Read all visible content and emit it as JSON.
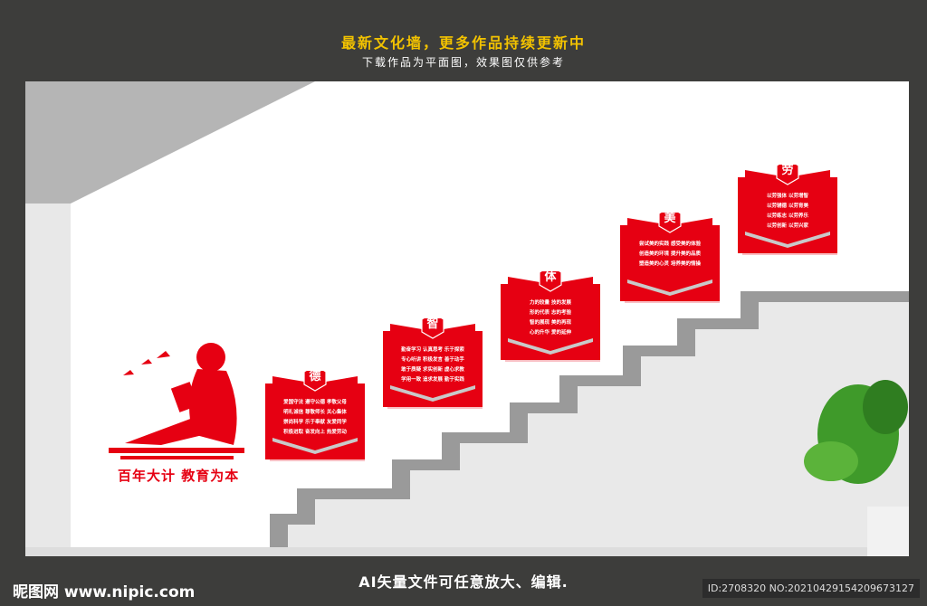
{
  "header": {
    "title": "最新文化墙，更多作品持续更新中",
    "subtitle": "下载作品为平面图，效果图仅供参考"
  },
  "footer": {
    "logo": "昵图网 www.nipic.com",
    "note": "AI矢量文件可任意放大、编辑.",
    "id": "ID:2708320 NO:20210429154209673127"
  },
  "wall": {
    "slogan": "百年大计 教育为本",
    "accent": "#e60012",
    "panels": [
      {
        "title": "德",
        "lines": [
          "爱国守法  遵守公德  孝敬父母",
          "明礼诚信  尊敬师长  关心集体",
          "崇尚科学  乐于奉献  友爱同学",
          "积极进取  奋发向上  热爱劳动"
        ]
      },
      {
        "title": "智",
        "lines": [
          "勤奋学习  认真思考  乐于探索",
          "专心听讲  积极发言  善于动手",
          "敢于质疑  求实创新  虚心求教",
          "学用一致  追求发展  勤于实践"
        ]
      },
      {
        "title": "体",
        "lines": [
          "力的较量  技的发展",
          "形的代表  志的考验",
          "智的展现  美的再现",
          "心的升华  爱的延伸"
        ]
      },
      {
        "title": "美",
        "lines": [
          "尝试美的实践  感受美的体验",
          "创造美的环境  提升美的品质",
          "塑造美的心灵  培养美的情操"
        ]
      },
      {
        "title": "劳",
        "lines": [
          "以劳强体  以劳增智",
          "以劳辅德  以劳育美",
          "以劳练志  以劳养乐",
          "以劳创新  以劳兴家"
        ]
      }
    ]
  }
}
